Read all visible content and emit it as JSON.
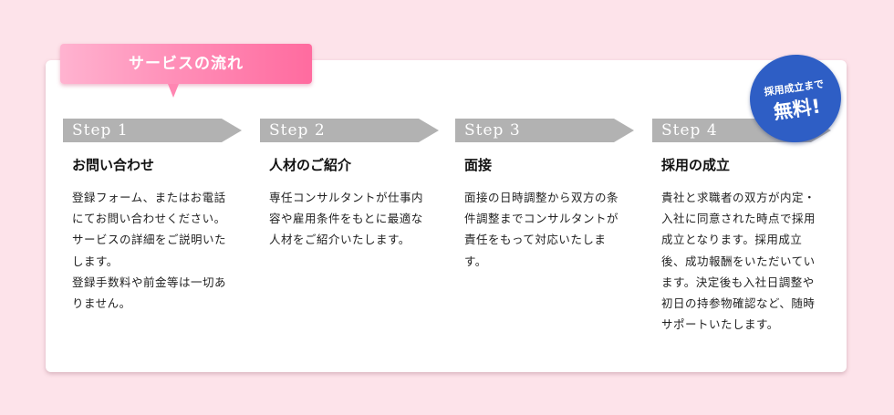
{
  "header": {
    "title": "サービスの流れ"
  },
  "badge": {
    "top_text": "採用成立まで",
    "main_text": "無料!"
  },
  "steps": [
    {
      "label": "Step 1",
      "title": "お問い合わせ",
      "description": "登録フォーム、またはお電話にてお問い合わせください。サービスの詳細をご説明いたします。\n登録手数料や前金等は一切ありません。"
    },
    {
      "label": "Step 2",
      "title": "人材のご紹介",
      "description": "専任コンサルタントが仕事内容や雇用条件をもとに最適な人材をご紹介いたします。"
    },
    {
      "label": "Step 3",
      "title": "面接",
      "description": "面接の日時調整から双方の条件調整までコンサルタントが責任をもって対応いたします。"
    },
    {
      "label": "Step 4",
      "title": "採用の成立",
      "description": "貴社と求職者の双方が内定・入社に同意された時点で採用成立となります。採用成立後、成功報酬をいただいています。決定後も入社日調整や初日の持参物確認など、随時サポートいたします。"
    }
  ],
  "colors": {
    "background": "#fde3ea",
    "header_gradient_start": "#ffb3d0",
    "header_gradient_end": "#ff6b9f",
    "step_bar": "#b2b2b2",
    "badge": "#2e5ec5"
  }
}
